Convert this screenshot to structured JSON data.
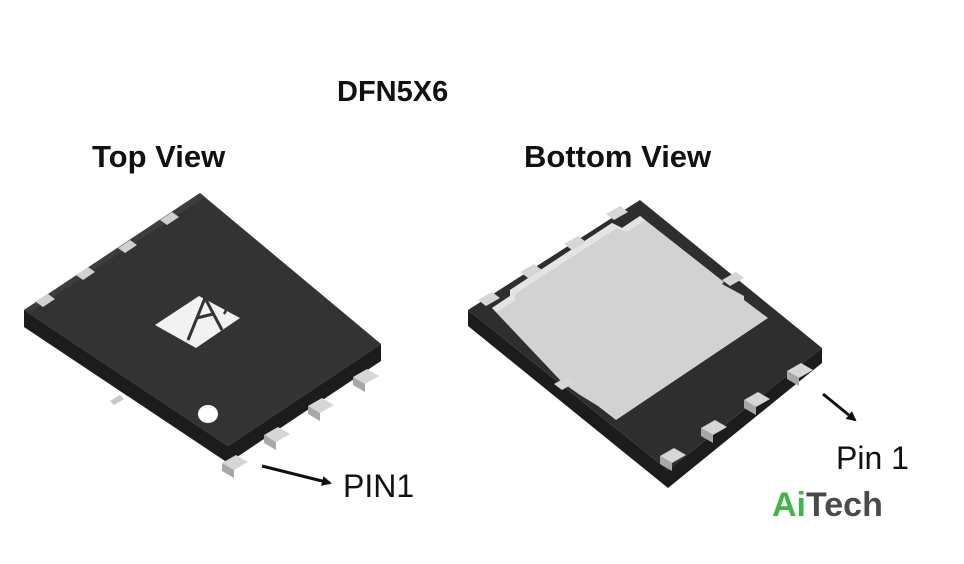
{
  "package_name": "DFN5X6",
  "views": {
    "top": {
      "title": "Top View",
      "pin_label": "PIN1"
    },
    "bottom": {
      "title": "Bottom View",
      "pin_label": "Pin 1"
    }
  },
  "watermark": {
    "part1": "Ai",
    "part2": "Tech"
  },
  "colors": {
    "body_top": "#303030",
    "body_side": "#1c1c1c",
    "pad": "#d6d6d6",
    "exposed_pad": "#d0d0d0",
    "watermark_green": "#43b548"
  },
  "icons": [
    "manufacturer-logo-icon",
    "pin1-dot-icon",
    "arrow-icon"
  ]
}
